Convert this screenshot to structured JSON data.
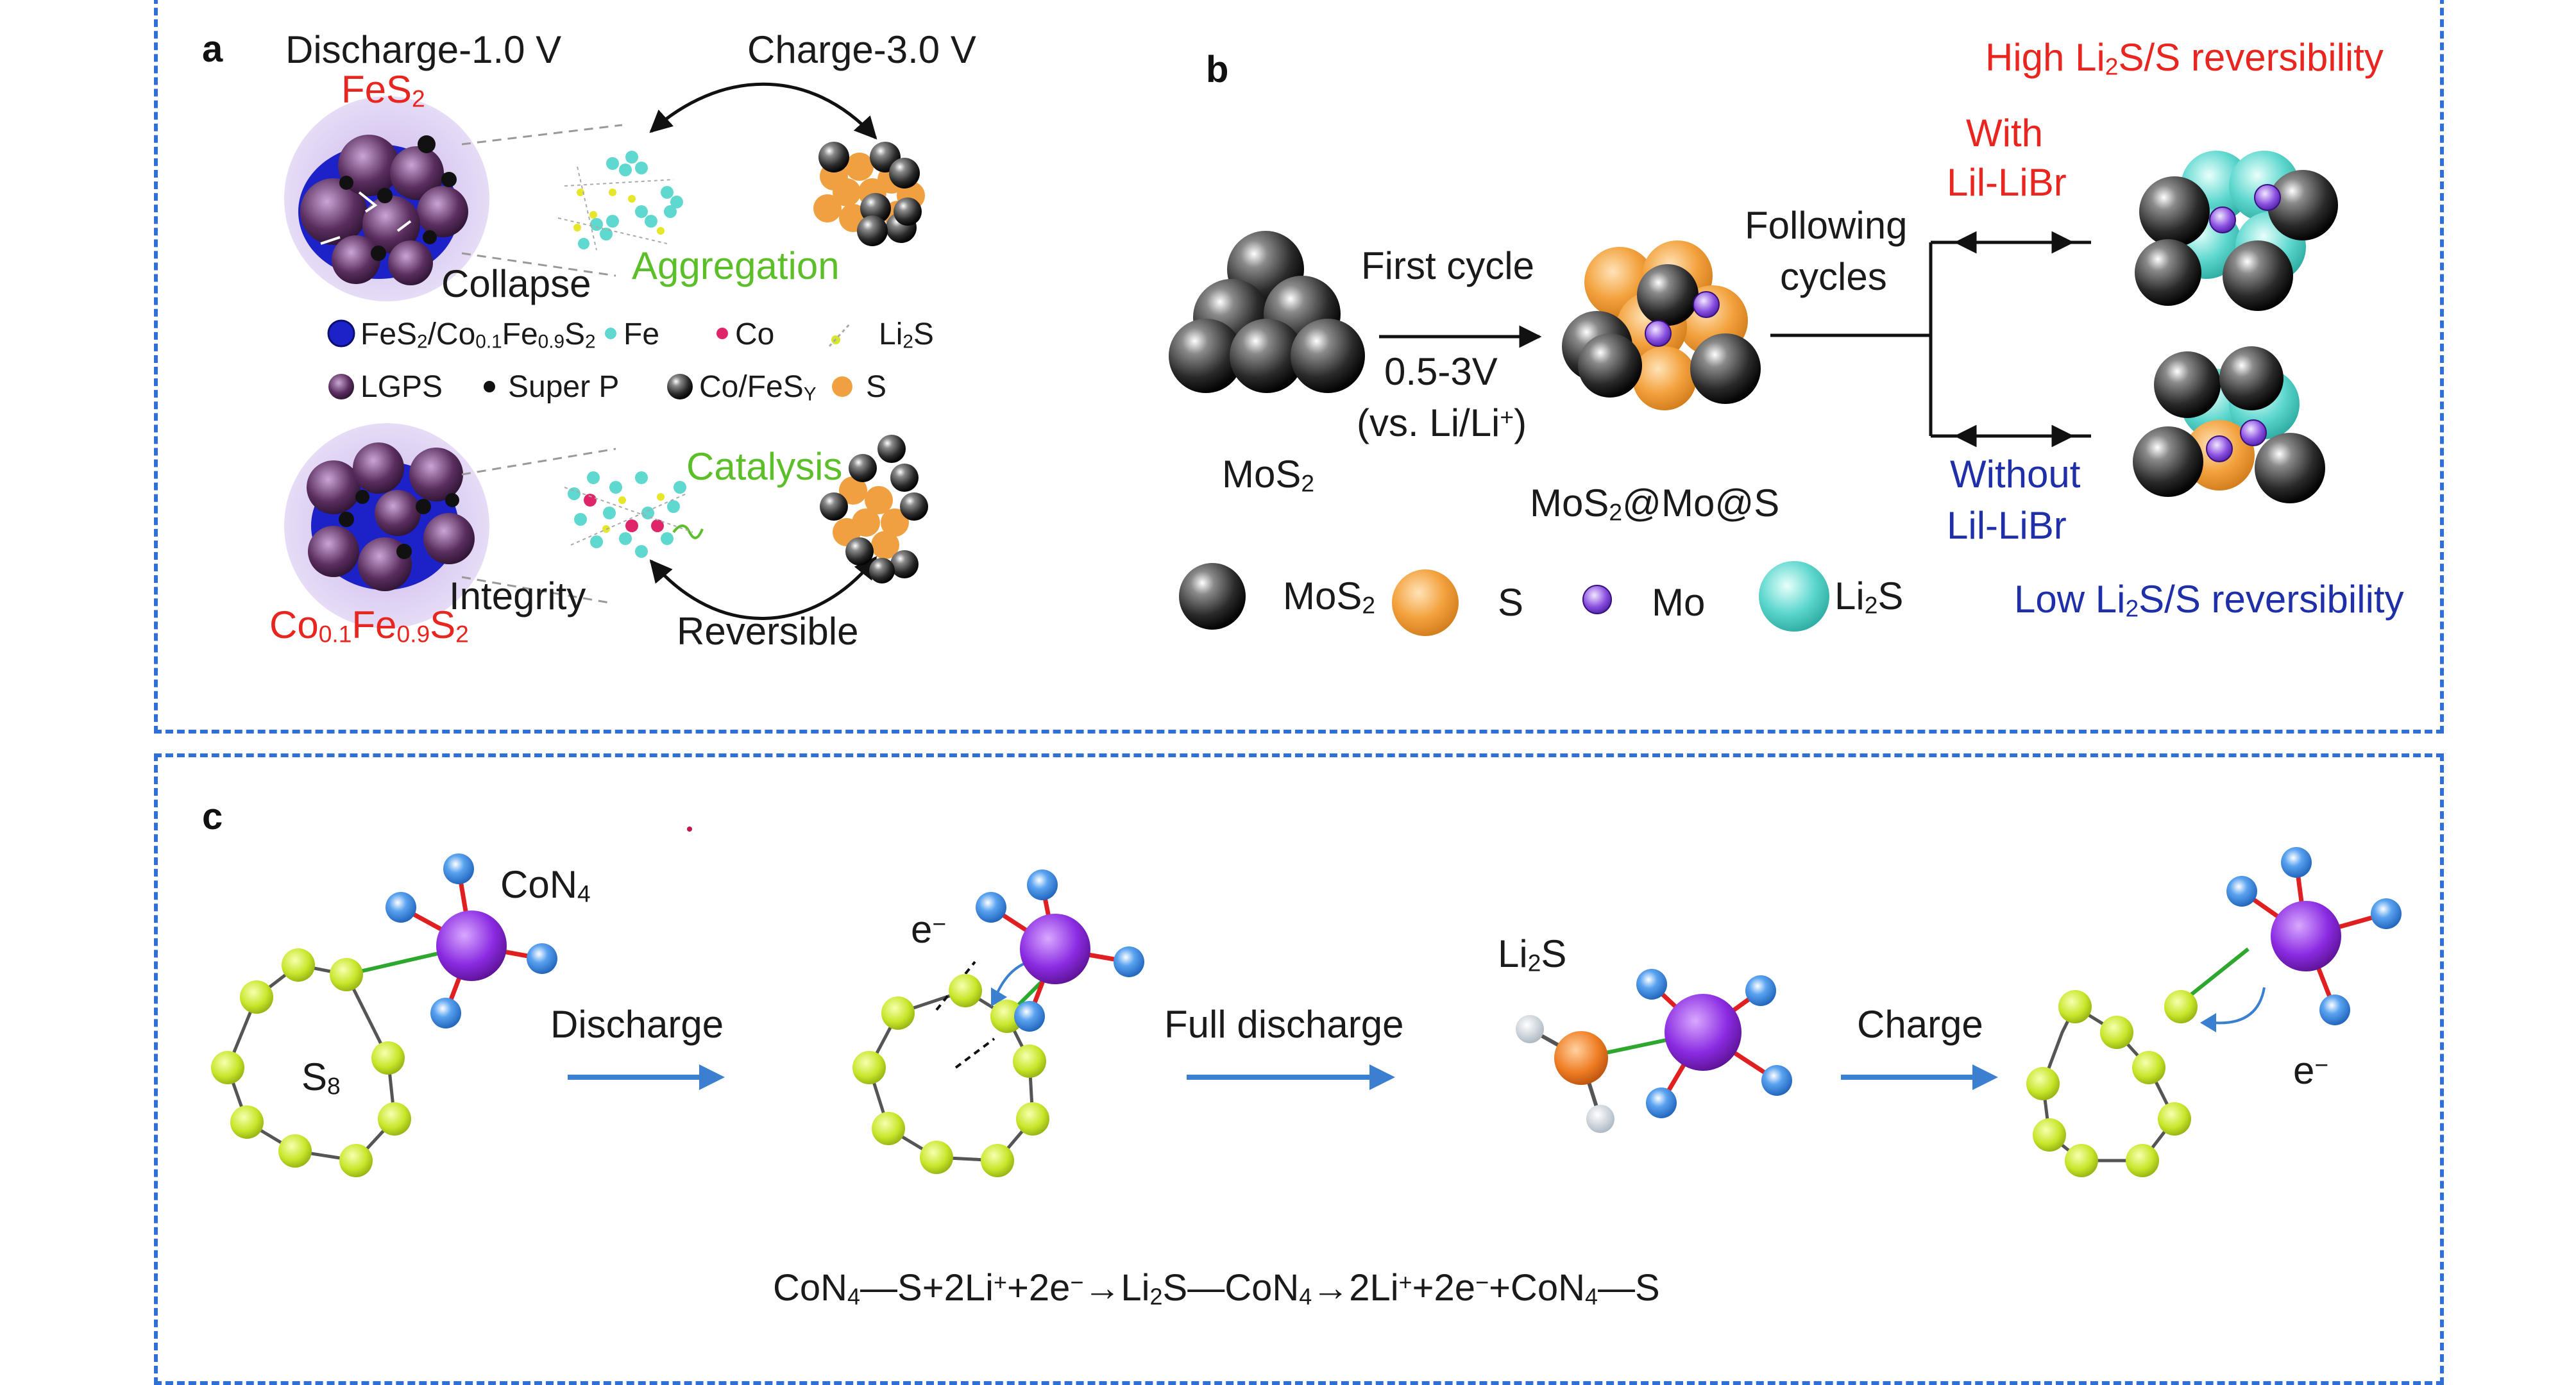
{
  "panel_a": {
    "label": "a",
    "discharge": "Discharge-1.0 V",
    "charge": "Charge-3.0 V",
    "fes2_pre": "FeS",
    "fes2_sub": "2",
    "collapse": "Collapse",
    "aggregation": "Aggregation",
    "catalysis": "Catalysis",
    "integrity": "Integrity",
    "reversible": "Reversible",
    "cofe": {
      "co": "Co",
      "s1": "0.1",
      "fe": "Fe",
      "s2": "0.9",
      "s": "S",
      "s3": "2"
    },
    "legend": {
      "fes2co": {
        "a": "FeS",
        "b": "2",
        "c": "/Co",
        "d": "0.1",
        "e": "Fe",
        "f": "0.9",
        "g": "S",
        "h": "2"
      },
      "fe": "Fe",
      "co": "Co",
      "li2s": {
        "a": "Li",
        "b": "2",
        "c": "S"
      },
      "lgps": "LGPS",
      "superp": "Super P",
      "cofesy": {
        "a": "Co/FeS",
        "b": "Y"
      },
      "s": "S"
    }
  },
  "panel_b": {
    "label": "b",
    "high": {
      "a": "High Li",
      "b": "2",
      "c": "S/S reversibility"
    },
    "low": {
      "a": "Low Li",
      "b": "2",
      "c": "S/S reversibility"
    },
    "with1": "With",
    "with2": "Lil-LiBr",
    "without1": "Without",
    "without2": "Lil-LiBr",
    "following1": "Following",
    "following2": "cycles",
    "first_cycle": "First cycle",
    "voltage": "0.5-3V",
    "vs": {
      "a": "(vs. Li/Li",
      "b": "+",
      "c": ")"
    },
    "mos2": {
      "a": "MoS",
      "b": "2"
    },
    "mos2mos": {
      "a": "MoS",
      "b": "2",
      "c": "@Mo@S"
    },
    "legend": {
      "mos2": {
        "a": "MoS",
        "b": "2"
      },
      "s": "S",
      "mo": "Mo",
      "li2s": {
        "a": "Li",
        "b": "2",
        "c": "S"
      }
    }
  },
  "panel_c": {
    "label": "c",
    "con4": {
      "a": "CoN",
      "b": "4"
    },
    "s8": {
      "a": "S",
      "b": "8"
    },
    "discharge": "Discharge",
    "full_discharge": "Full discharge",
    "charge": "Charge",
    "li2s": {
      "a": "Li",
      "b": "2",
      "c": "S"
    },
    "e1": {
      "a": "e",
      "b": "−"
    },
    "e2": {
      "a": "e",
      "b": "−"
    },
    "equation": {
      "p1": "CoN",
      "s1": "4",
      "p2": "—S+2Li",
      "s2": "+",
      "p3": "+2e",
      "s3": "−",
      "p4": "→Li",
      "s4": "2",
      "p5": "S—CoN",
      "s5": "4",
      "p6": "→2Li",
      "s6": "+",
      "p7": "+2e",
      "s7": "−",
      "p8": "+CoN",
      "s8": "4",
      "p9": "—S"
    }
  },
  "colors": {
    "border": "#2f6fd6",
    "red_text": "#e8251f",
    "blue_text": "#1f2fa8",
    "green_text": "#5cbf2a",
    "mos2_sphere": "#2a2a2a",
    "s_sphere": "#f0a040",
    "li2s_sphere": "#5fd8cf",
    "mo_sphere": "#8a4fe0",
    "co_atom": "#8a2be2",
    "n_atom": "#2a78d8",
    "s_atom": "#c8e62a",
    "li_atom": "#e6e6e6",
    "arrow_blue": "#3a7fd0"
  },
  "icons": [
    "curved-arrow-icon",
    "right-arrow-icon",
    "double-headed-arrow-icon"
  ]
}
